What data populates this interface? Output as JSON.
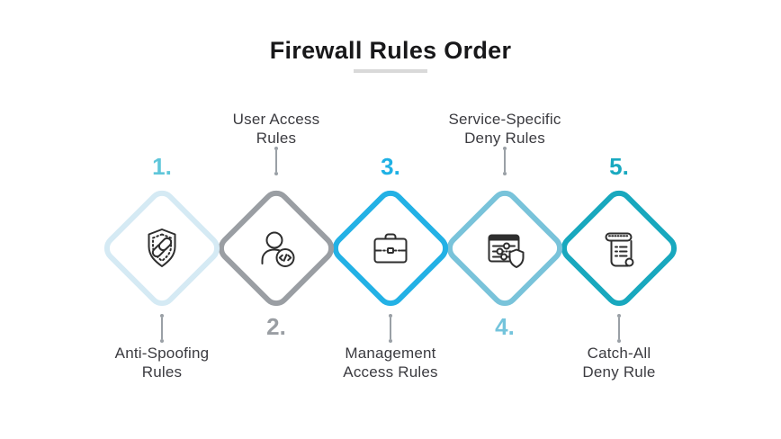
{
  "title": {
    "text": "Firewall Rules Order"
  },
  "colors": {
    "title": "#18181a",
    "label": "#3b3b40",
    "connector": "#9aa0a6",
    "underline": "#d9d9d9",
    "icon": "#2e2e2e",
    "background": "#ffffff"
  },
  "stages": [
    {
      "number": "1.",
      "label_lines": [
        "Anti-Spoofing",
        "Rules"
      ],
      "label_position": "bottom",
      "icon": "shield-link-icon",
      "diamond_color": "#d5eaf4",
      "number_color": "#5fc6da"
    },
    {
      "number": "2.",
      "label_lines": [
        "User Access",
        "Rules"
      ],
      "label_position": "top",
      "icon": "user-code-icon",
      "diamond_color": "#9a9ea3",
      "number_color": "#9a9ea3"
    },
    {
      "number": "3.",
      "label_lines": [
        "Management",
        "Access Rules"
      ],
      "label_position": "bottom",
      "icon": "briefcase-icon",
      "diamond_color": "#23b1e5",
      "number_color": "#1fb1e5"
    },
    {
      "number": "4.",
      "label_lines": [
        "Service-Specific",
        "Deny Rules"
      ],
      "label_position": "top",
      "icon": "sliders-shield-icon",
      "diamond_color": "#79c3da",
      "number_color": "#74c4dc"
    },
    {
      "number": "5.",
      "label_lines": [
        "Catch-All",
        "Deny Rule"
      ],
      "label_position": "bottom",
      "icon": "scroll-icon",
      "diamond_color": "#18a8be",
      "number_color": "#19a9c0"
    }
  ]
}
